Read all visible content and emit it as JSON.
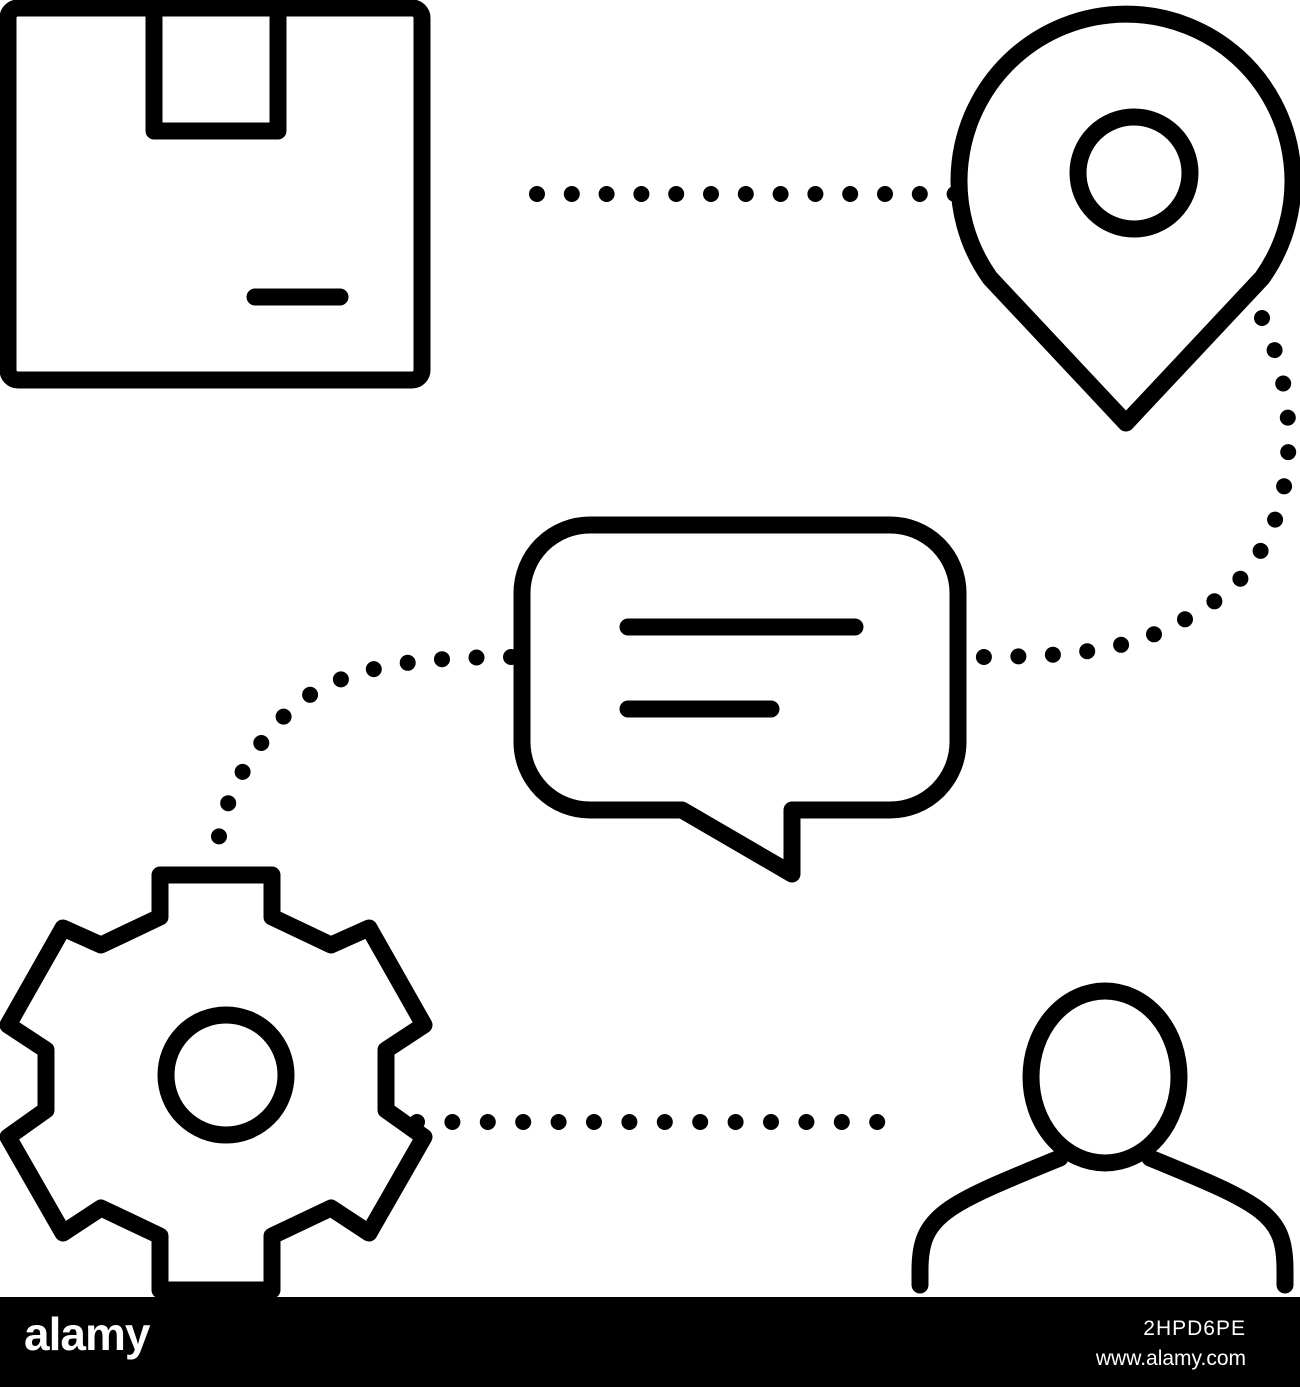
{
  "colors": {
    "stroke": "#000000",
    "background": "#ffffff",
    "footer": "#000000",
    "footer_text": "#ffffff"
  },
  "icons": [
    "package-box-icon",
    "location-pin-icon",
    "chat-bubble-icon",
    "gear-icon",
    "user-icon"
  ],
  "footer": {
    "brand": "alamy",
    "image_id": "2HPD6PE",
    "site": "www.alamy.com"
  }
}
